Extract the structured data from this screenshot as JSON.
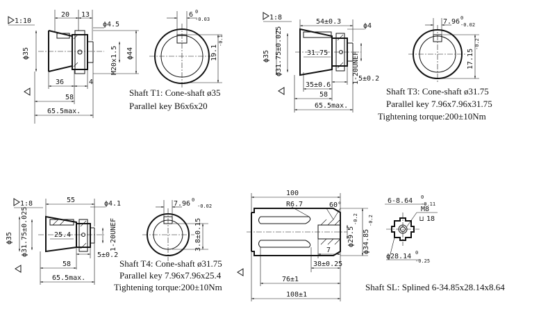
{
  "captions": {
    "t1": [
      "Shaft T1: Cone-shaft ø35",
      "Parallel key B6x6x20"
    ],
    "t3": [
      "Shaft T3: Cone-shaft ø31.75",
      "Parallel key 7.96x7.96x31.75",
      "Tightening torque:200±10Nm"
    ],
    "t4": [
      "Shaft T4: Cone-shaft ø31.75",
      "Parallel key 7.96x7.96x25.4",
      "Tightening torque:200±10Nm"
    ],
    "sl": [
      "Shaft  SL: Splined 6-34.85x28.14x8.64"
    ]
  },
  "dims": {
    "t1": {
      "taper": "1:10",
      "d20": "20",
      "d13": "13",
      "phi45": "ϕ4.5",
      "key_depth": "6",
      "key_tol_up": "0",
      "key_tol_low": "-0.03",
      "key_h": "19.1",
      "key_h_tol": "-0.1",
      "phi35": "ϕ35",
      "thread": "M20x1.5",
      "phi44": "ϕ44",
      "d36": "36",
      "d4": "4",
      "d58": "58",
      "d655": "65.5max."
    },
    "t3": {
      "taper": "1:8",
      "d54": "54±0.3",
      "phi4": "ϕ4",
      "key_w": "7.96",
      "key_tol_up": "0",
      "key_tol_low": "-0.02",
      "phi35": "ϕ35",
      "phi3175": "ϕ31.75±0.025",
      "key_len": "31.75",
      "thread": "1-20UNEF",
      "d3506": "35±0.6",
      "d52": "5±0.2",
      "d58": "58",
      "d655": "65.5max.",
      "key_h": "17.15",
      "key_h_tol": "-0.2"
    },
    "t4": {
      "taper": "1:8",
      "d55": "55",
      "phi41": "ϕ4.1",
      "key_w": "7.96",
      "key_tol_up": "0",
      "key_tol_low": "-0.02",
      "phi35": "ϕ35",
      "phi3175": "ϕ31.75±0.025",
      "key_len": "25.4",
      "thread": "1-20UNEF",
      "d52": "5±0.2",
      "d58": "58",
      "d655": "65.5max.",
      "d38": "3.8±0.15"
    },
    "sl": {
      "d100": "100",
      "r67": "R6.7",
      "angle": "60°",
      "phi295": "ϕ29.5",
      "phi295_tol": "-0.2",
      "phi3485": "ϕ34.85",
      "phi3485_tol": "-0.2",
      "d7": "7",
      "d38": "38±0.25",
      "d76": "76±1",
      "d108": "108±1",
      "spline_w": "6-8.64",
      "spline_w_up": "0",
      "spline_w_low": "-0.11",
      "m8": "M8",
      "depth": "18",
      "phi2814": "ϕ28.14",
      "phi2814_up": "0",
      "phi2814_low": "-0.25"
    }
  }
}
